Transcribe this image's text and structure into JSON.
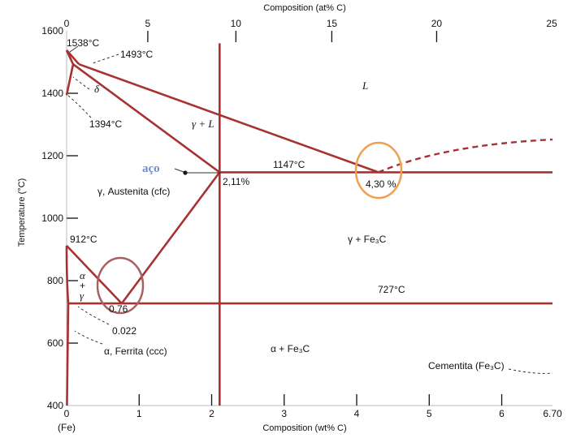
{
  "chart_data": {
    "type": "line",
    "title": "",
    "xlabel": "Composition (wt% C)",
    "ylabel": "Temperature (°C)",
    "top_axis_label": "Composition (at% C)",
    "xlim": [
      0,
      6.7
    ],
    "ylim": [
      400,
      1600
    ],
    "x_ticks": [
      "0",
      "1",
      "2",
      "3",
      "4",
      "5",
      "6",
      "6.70"
    ],
    "x_ticks_top": [
      "0",
      "5",
      "10",
      "15",
      "20",
      "25"
    ],
    "y_ticks": [
      "400",
      "600",
      "800",
      "1000",
      "1200",
      "1400",
      "1600"
    ],
    "x_origin_label": "(Fe)",
    "lines": {
      "liquidus_delta": [
        [
          0,
          1538
        ],
        [
          0.17,
          1493
        ]
      ],
      "liquidus_main": [
        [
          0.17,
          1493
        ],
        [
          4.3,
          1147
        ]
      ],
      "liquidus_cementite": [
        [
          4.3,
          1147
        ],
        [
          6.7,
          1252
        ]
      ],
      "solidus_austenite": [
        [
          0.09,
          1493
        ],
        [
          2.11,
          1147
        ]
      ],
      "delta_left": [
        [
          0,
          1538
        ],
        [
          0.09,
          1493
        ],
        [
          0,
          1394
        ]
      ],
      "delta_gamma": [
        [
          0.09,
          1493
        ],
        [
          0,
          1394
        ]
      ],
      "eutectic": [
        [
          2.11,
          1147
        ],
        [
          6.7,
          1147
        ]
      ],
      "eutectoid": [
        [
          0.022,
          727
        ],
        [
          6.7,
          727
        ]
      ],
      "acm_solvus": [
        [
          0.76,
          727
        ],
        [
          2.11,
          1147
        ]
      ],
      "a3_line": [
        [
          0,
          912
        ],
        [
          0.76,
          727
        ]
      ],
      "alpha_solvus": [
        [
          0,
          912
        ],
        [
          0.022,
          727
        ]
      ],
      "alpha_ferrite": [
        [
          0.022,
          727
        ],
        [
          0.005,
          400
        ]
      ],
      "steel_limit": [
        [
          2.11,
          400
        ],
        [
          2.11,
          1560
        ]
      ]
    },
    "annotations": {
      "t1538": "1538°C",
      "t1493": "1493°C",
      "delta": "δ",
      "t1394": "1394°C",
      "gamma_l": "γ + L",
      "l": "L",
      "aco": "aço",
      "austenita": "γ, Austenita (cfc)",
      "c211": "2,11%",
      "t1147": "1147°C",
      "c430": "4,30 %",
      "t912": "912°C",
      "alpha_gamma_a": "α",
      "alpha_gamma_plus": "+",
      "alpha_gamma_g": "γ",
      "gamma_fe3c": "γ + Fe₃C",
      "t727": "727°C",
      "c076": "0.76",
      "c0022": "0.022",
      "ferrita": "α, Ferrita (ccc)",
      "alpha_fe3c": "α + Fe₃C",
      "cementita": "Cementita (Fe₃C)"
    },
    "highlights": [
      {
        "center": [
          4.3,
          1147
        ],
        "color": "#f0a050"
      },
      {
        "center": [
          0.76,
          727
        ],
        "color": "#a86060"
      }
    ],
    "colors": {
      "phase_lines": "#a83232",
      "steel_line": "#111111",
      "aco_text": "#6a8fd0"
    }
  }
}
